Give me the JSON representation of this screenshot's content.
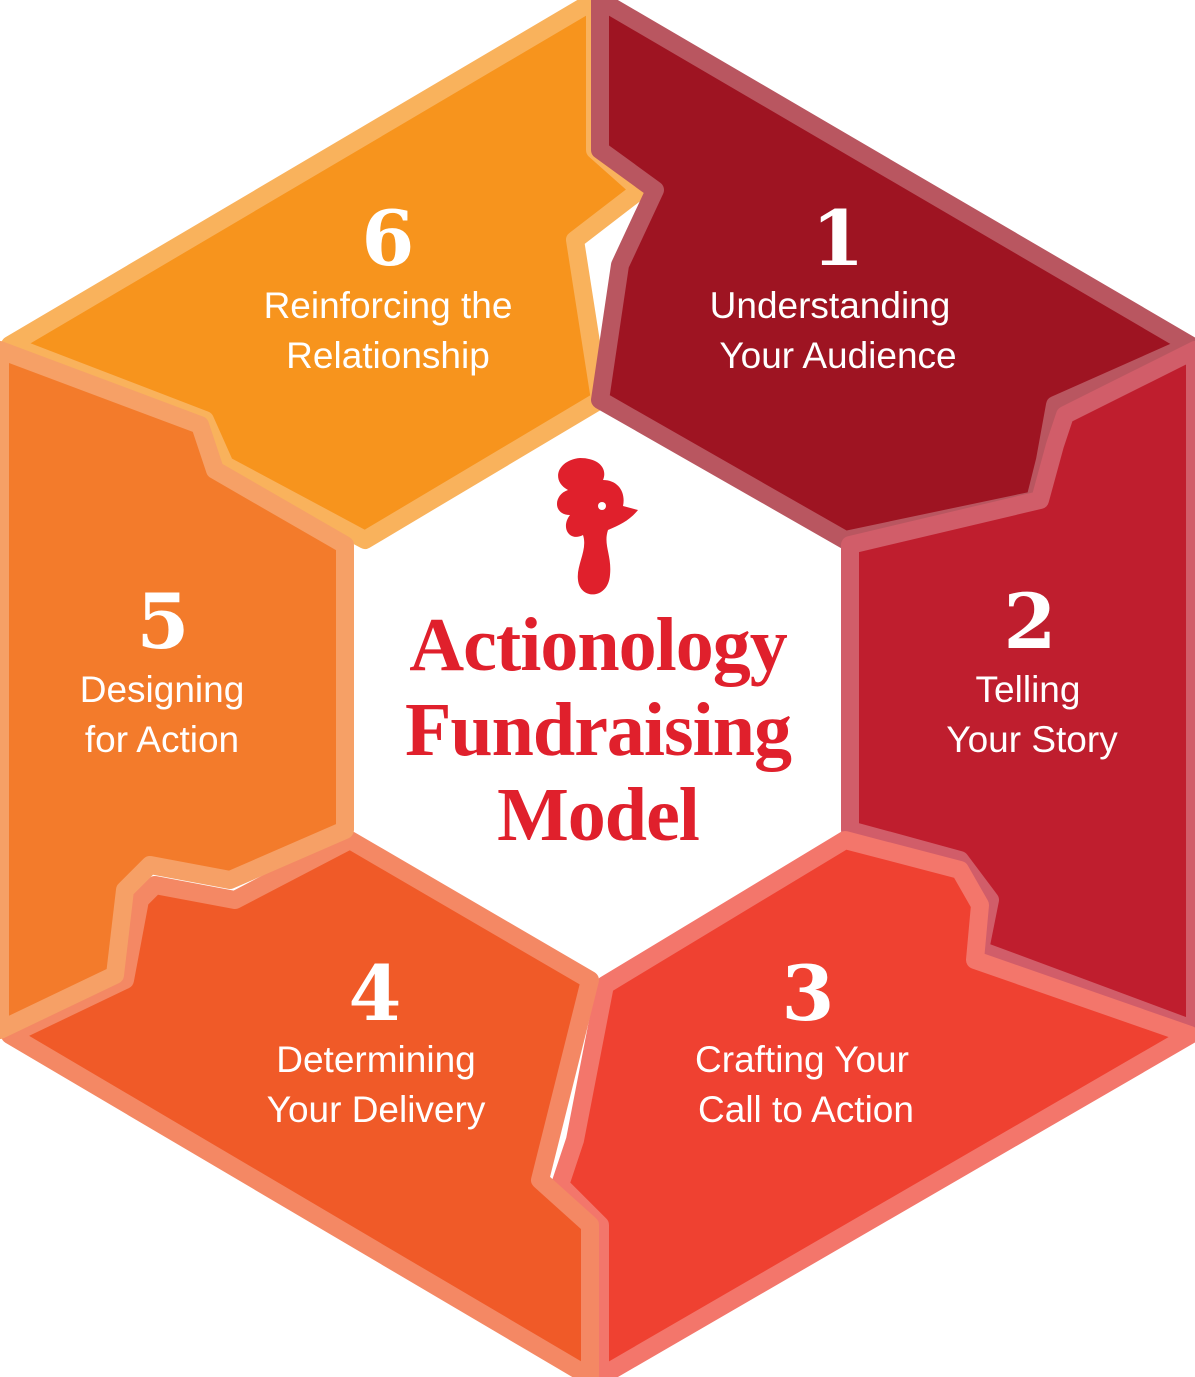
{
  "diagram": {
    "title_lines": [
      "Actionology",
      "Fundraising",
      "Model"
    ],
    "logo": "rooster-logo-icon",
    "colors": {
      "title": "#e0202c",
      "logo": "#e0202c",
      "segment_1": "#9e1422",
      "segment_2": "#bf1e2e",
      "segment_3": "#ef4131",
      "segment_4": "#f05a28",
      "segment_5": "#f37b2b",
      "segment_6": "#f7941d"
    },
    "segments": [
      {
        "number": "1",
        "lines": [
          "Understanding",
          "Your Audience"
        ]
      },
      {
        "number": "2",
        "lines": [
          "Telling",
          "Your Story"
        ]
      },
      {
        "number": "3",
        "lines": [
          "Crafting Your",
          "Call to Action"
        ]
      },
      {
        "number": "4",
        "lines": [
          "Determining",
          "Your Delivery"
        ]
      },
      {
        "number": "5",
        "lines": [
          "Designing",
          "for Action"
        ]
      },
      {
        "number": "6",
        "lines": [
          "Reinforcing the",
          "Relationship"
        ]
      }
    ]
  }
}
